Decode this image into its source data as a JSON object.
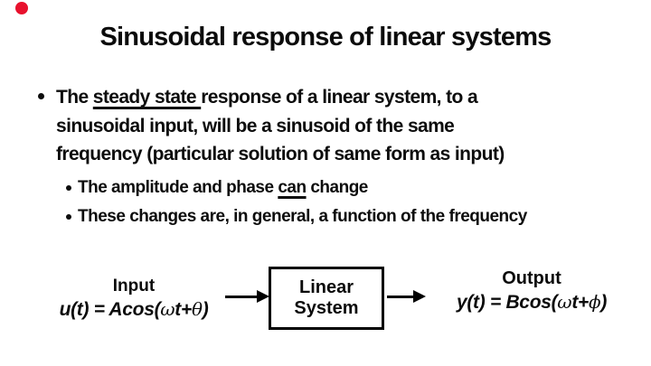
{
  "slide": {
    "title": "Sinusoidal response of linear systems"
  },
  "colors": {
    "background": "#ffffff",
    "text": "#0d0d0d",
    "marker_red": "#e8112d",
    "diagram_line": "#000000"
  },
  "bullets": {
    "main": {
      "line1_pre": "The ",
      "line1_underlined": "steady state ",
      "line1_post": "response of a linear system, to a",
      "line2": "sinusoidal input, will be a sinusoid of the same",
      "line3": "frequency (particular solution of same form as input)"
    },
    "sub1": {
      "pre": "The amplitude and phase ",
      "underlined": "can",
      "post": " change"
    },
    "sub2": "These changes are, in general, a function of the frequency"
  },
  "diagram": {
    "input_label": "Input",
    "input_formula_pre": "u(t) = Acos(",
    "input_omega": "ω",
    "input_mid": "t+",
    "input_theta": "θ",
    "input_close": ")",
    "box_line1": "Linear",
    "box_line2": "System",
    "output_label": "Output",
    "output_formula_pre": "y(t) = Bcos(",
    "output_omega": "ω",
    "output_mid": "t+",
    "output_phi": "ϕ",
    "output_close": ")"
  }
}
